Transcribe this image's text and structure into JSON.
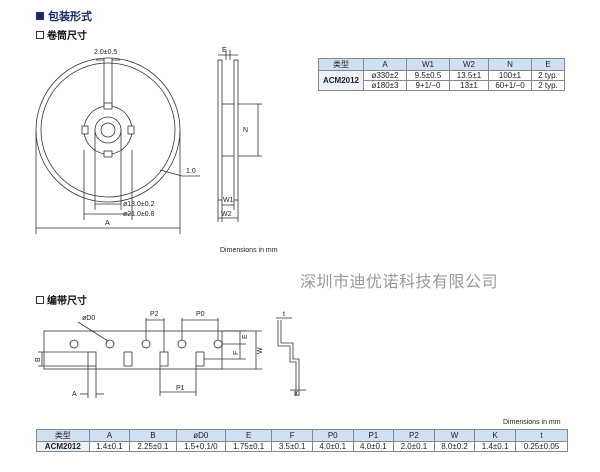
{
  "header": {
    "title": "包装形式"
  },
  "reel": {
    "subtitle": "卷筒尺寸",
    "dims": {
      "top_width": "2.0±0.5",
      "hub_small": "ø13.0±0.2",
      "hub_large": "ø21.0±0.8",
      "flange_thickness": "1.0",
      "a": "A",
      "e": "E",
      "n": "N",
      "w1": "W1",
      "w2": "W2"
    },
    "table": {
      "headers": [
        "类型",
        "A",
        "W1",
        "W2",
        "N",
        "E"
      ],
      "model": "ACM2012",
      "rows": [
        [
          "ø330±2",
          "9.5±0.5",
          "13.5±1",
          "100±1",
          "2 typ."
        ],
        [
          "ø180±3",
          "9+1/−0",
          "13±1",
          "60+1/−0",
          "2 typ."
        ]
      ]
    },
    "unit_note": "Dimensions in mm"
  },
  "watermark": "深圳市迪优诺科技有限公司",
  "tape": {
    "subtitle": "编带尺寸",
    "labels": {
      "d0": "øD0",
      "p2": "P2",
      "p0": "P0",
      "e": "E",
      "f": "F",
      "w": "W",
      "b": "B",
      "a": "A",
      "p1": "P1",
      "t": "t",
      "k": "K"
    },
    "unit_note": "Dimensions in mm",
    "table": {
      "headers": [
        "类型",
        "A",
        "B",
        "øD0",
        "E",
        "F",
        "P0",
        "P1",
        "P2",
        "W",
        "K",
        "t"
      ],
      "model": "ACM2012",
      "row": [
        "1.4±0.1",
        "2.25±0.1",
        "1.5+0.1/0",
        "1.75±0.1",
        "3.5±0.1",
        "4.0±0.1",
        "4.0±0.1",
        "2.0±0.1",
        "8.0±0.2",
        "1.4±0.1",
        "0.25±0.05"
      ]
    }
  }
}
